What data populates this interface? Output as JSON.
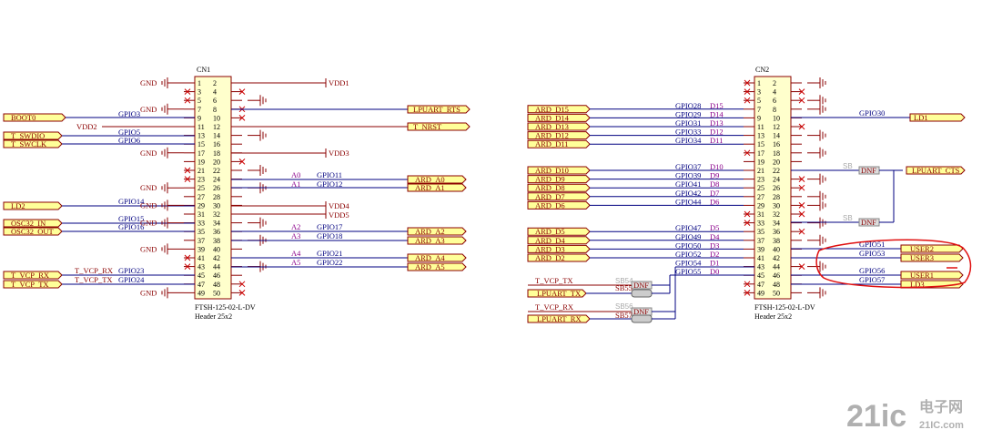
{
  "cn1": {
    "ref": "CN1",
    "part": "FTSH-125-02-L-DV",
    "desc": "Header 25x2",
    "pins_left": [
      "1",
      "3",
      "5",
      "7",
      "9",
      "11",
      "13",
      "15",
      "17",
      "19",
      "21",
      "23",
      "25",
      "27",
      "29",
      "31",
      "33",
      "35",
      "37",
      "39",
      "41",
      "43",
      "45",
      "47",
      "49"
    ],
    "pins_right": [
      "2",
      "4",
      "6",
      "8",
      "10",
      "12",
      "14",
      "16",
      "18",
      "20",
      "22",
      "24",
      "26",
      "28",
      "30",
      "32",
      "34",
      "36",
      "38",
      "40",
      "42",
      "44",
      "46",
      "48",
      "50"
    ],
    "left_ports": [
      "BOOT0",
      "T_SWDIO",
      "T_SWCLK",
      "LD2",
      "OSC32_IN",
      "OSC32_OUT",
      "T_VCP_RX",
      "T_VCP_TX"
    ],
    "right_ports": [
      "LPUART_RTS",
      "T_NRST",
      "ARD_A0",
      "ARD_A1",
      "ARD_A2",
      "ARD_A3",
      "ARD_A4",
      "ARD_A5"
    ],
    "gpio_left": [
      "GPIO3",
      "GPIO5",
      "GPIO6",
      "GPIO14",
      "GPIO15",
      "GPIO16",
      "GPIO23",
      "GPIO24"
    ],
    "gpio_right": [
      "GPIO11",
      "GPIO12",
      "GPIO17",
      "GPIO18",
      "GPIO21",
      "GPIO22"
    ],
    "aliases": [
      "A0",
      "A1",
      "A2",
      "A3",
      "A4",
      "A5"
    ],
    "net_left": [
      "T_VCP_RX",
      "T_VCP_TX"
    ],
    "power": [
      "VDD1",
      "VDD2",
      "VDD3",
      "VDD4",
      "VDD5"
    ],
    "gnd": "GND"
  },
  "cn2": {
    "ref": "CN2",
    "part": "FTSH-125-02-L-DV",
    "desc": "Header 25x2",
    "pins_left": [
      "1",
      "3",
      "5",
      "7",
      "9",
      "11",
      "13",
      "15",
      "17",
      "19",
      "21",
      "23",
      "25",
      "27",
      "29",
      "31",
      "33",
      "35",
      "37",
      "39",
      "41",
      "43",
      "45",
      "47",
      "49"
    ],
    "pins_right": [
      "2",
      "4",
      "6",
      "8",
      "10",
      "12",
      "14",
      "16",
      "18",
      "20",
      "22",
      "24",
      "26",
      "28",
      "30",
      "32",
      "34",
      "36",
      "38",
      "40",
      "42",
      "44",
      "46",
      "48",
      "50"
    ],
    "left_ports": [
      "ARD_D15",
      "ARD_D14",
      "ARD_D13",
      "ARD_D12",
      "ARD_D11",
      "ARD_D10",
      "ARD_D9",
      "ARD_D8",
      "ARD_D7",
      "ARD_D6",
      "ARD_D5",
      "ARD_D4",
      "ARD_D3",
      "ARD_D2"
    ],
    "gpio_left": [
      "GPIO28",
      "GPIO29",
      "GPIO31",
      "GPIO33",
      "GPIO34",
      "GPIO37",
      "GPIO39",
      "GPIO41",
      "GPIO42",
      "GPIO44",
      "GPIO47",
      "GPIO49",
      "GPIO50",
      "GPIO52",
      "GPIO54",
      "GPIO55"
    ],
    "dnames": [
      "D15",
      "D14",
      "D13",
      "D12",
      "D11",
      "D10",
      "D9",
      "D8",
      "D7",
      "D6",
      "D5",
      "D4",
      "D3",
      "D2",
      "D1",
      "D0"
    ],
    "right_ports": [
      "LD1",
      "LPUART_CTS",
      "USER2",
      "USER3",
      "USER1",
      "LD3"
    ],
    "gpio_right": [
      "GPIO30",
      "GPIO51",
      "GPIO53",
      "GPIO56",
      "GPIO57"
    ],
    "bottom_nets": [
      "T_VCP_TX",
      "T_VCP_RX"
    ],
    "bottom_ports": [
      "LPUART_TX",
      "LPUART_RX"
    ],
    "jumpers": [
      "SB55",
      "SB57",
      "SB54",
      "SB56"
    ],
    "dnf": "DNF",
    "sb_small": [
      "SB",
      "SB"
    ]
  },
  "watermark": {
    "main": "21ic",
    "cn": "电子网",
    "url": "21IC.com"
  },
  "colors": {
    "wire": "#000080",
    "label": "#8b0000",
    "port_fill": "#ffff99",
    "annotation": "#e01010"
  }
}
